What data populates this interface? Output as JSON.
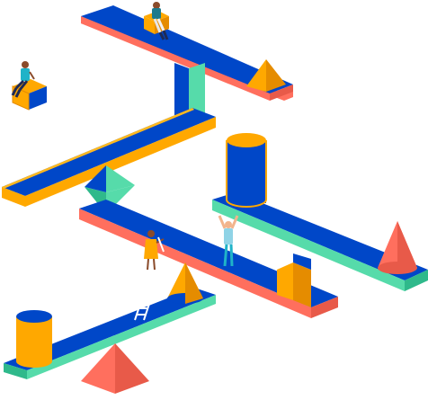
{
  "illustration": {
    "subject": "isometric-seesaw-balance-puzzle",
    "palette": {
      "blue": "#0047c8",
      "blue_dark": "#0a2f8f",
      "coral": "#ff6f5e",
      "green": "#56dbaa",
      "green_dark": "#2fb98b",
      "yellow": "#ffa800",
      "yellow_dark": "#e58c00",
      "teal_shirt": "#1fb3c8",
      "skin_dark": "#8a4b2b",
      "skin_light": "#f2b48c",
      "navy": "#1e2a55"
    },
    "components": [
      "top-seesaw-plank",
      "top-pillar",
      "top-small-pyramid",
      "middle-left-plank",
      "green-octahedron",
      "central-beam",
      "green-right-plank",
      "yellow-cylinder-upper",
      "coral-cone",
      "yellow-block-support",
      "lower-seesaw-plank",
      "yellow-cylinder-lower",
      "yellow-cone",
      "coral-pyramid-fulcrum",
      "floating-cube",
      "ladder"
    ],
    "figures": [
      "person-sitting-floating-cube",
      "person-sitting-top-cube",
      "person-holding-cylinder",
      "person-climbing-ladder"
    ]
  }
}
